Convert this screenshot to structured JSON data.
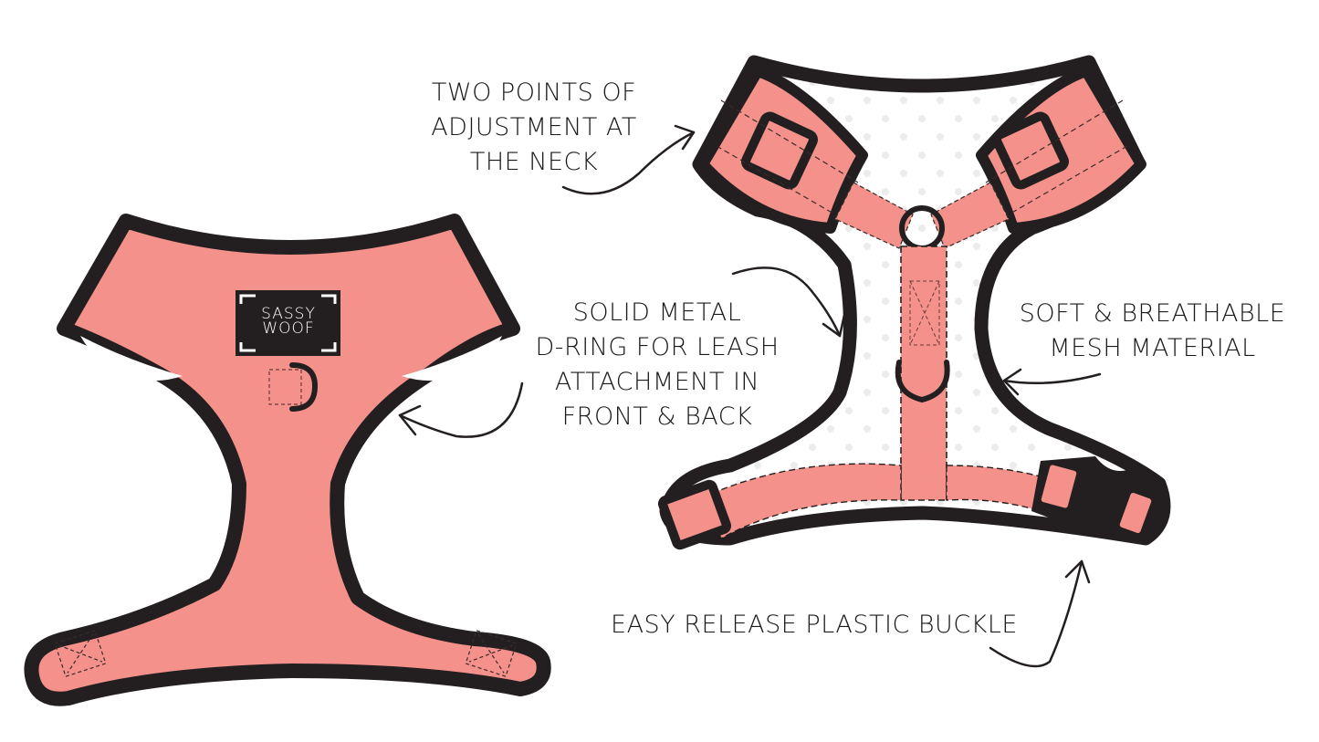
{
  "colors": {
    "fabric": "#f4918a",
    "outline": "#231f20",
    "mesh": "#ffffff",
    "mesh_dot": "#ececec",
    "text": "#1a1a1a",
    "logo_text": "#ffffff"
  },
  "front_harness": {
    "brand_tag": {
      "line1": "SASSY",
      "line2": "WOOF"
    },
    "d_ring": "d-ring-icon"
  },
  "back_harness": {
    "buckle": "buckle-icon",
    "d_ring": "d-ring-icon"
  },
  "callouts": {
    "neck": {
      "lines": [
        "TWO POINTS OF",
        "ADJUSTMENT AT",
        "THE NECK"
      ]
    },
    "d_ring": {
      "lines": [
        "SOLID METAL",
        "D-RING FOR LEASH",
        "ATTACHMENT IN",
        "FRONT & BACK"
      ]
    },
    "mesh": {
      "lines": [
        "SOFT & BREATHABLE",
        "MESH MATERIAL"
      ]
    },
    "buckle": {
      "lines": [
        "EASY RELEASE PLASTIC BUCKLE"
      ]
    }
  }
}
